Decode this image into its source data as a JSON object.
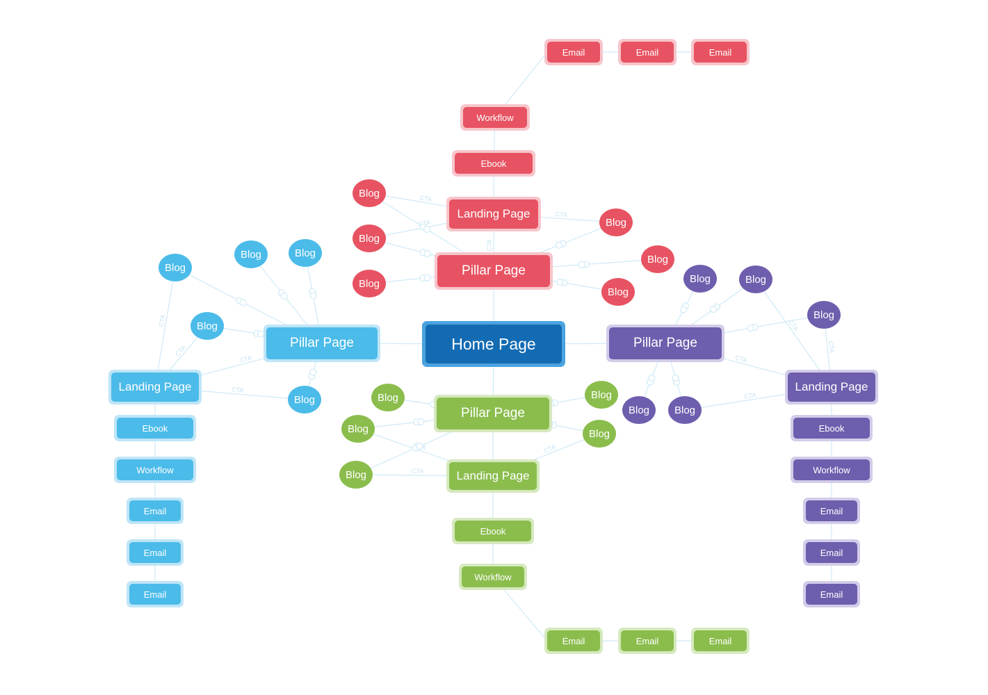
{
  "colors": {
    "home": "#136bb3",
    "home_halo": "#4aa3df",
    "red": "#e75362",
    "red_halo": "#f7c5cb",
    "blue": "#4bbbe9",
    "blue_halo": "#bfe5f7",
    "green": "#8bbd4d",
    "green_halo": "#d6e9bf",
    "purple": "#6e5ead",
    "purple_halo": "#d3cce9",
    "edge": "#cfeaf7",
    "cta_text": "#c6e3f2"
  },
  "labels": {
    "home": "Home Page",
    "pillar": "Pillar Page",
    "landing": "Landing Page",
    "ebook": "Ebook",
    "workflow": "Workflow",
    "email": "Email",
    "blog": "Blog",
    "cta": "CTA"
  }
}
